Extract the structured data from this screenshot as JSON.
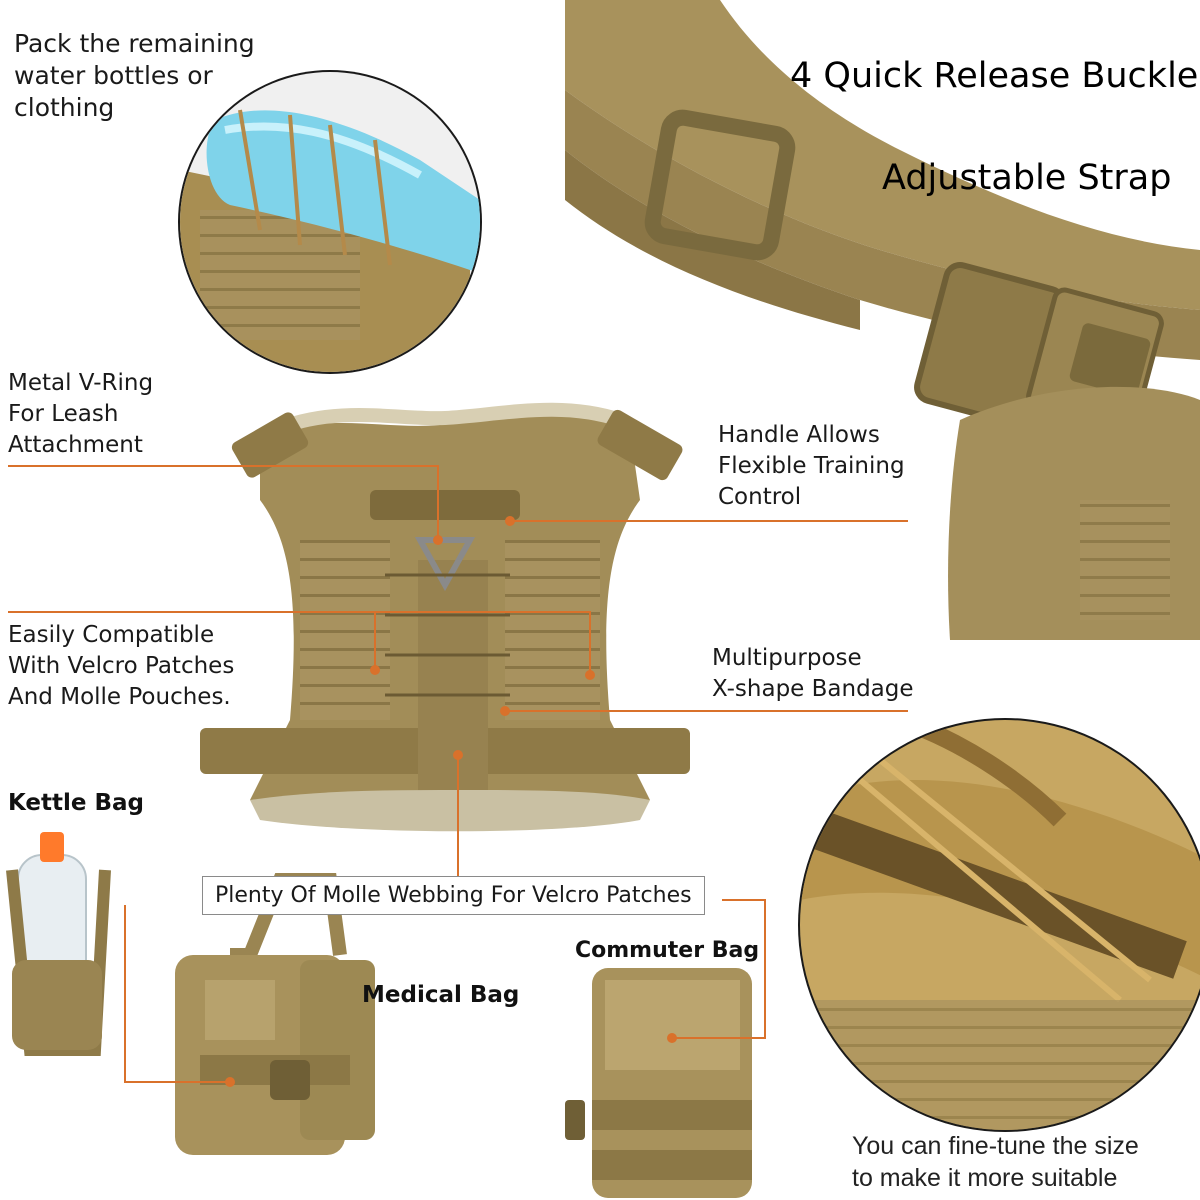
{
  "labels": {
    "water_pack": [
      "Pack the remaining",
      "water bottles or",
      "clothing"
    ],
    "buckle_title": "4 Quick Release Buckle",
    "strap_title": "Adjustable Strap",
    "metal_ring": [
      "Metal V-Ring",
      "For Leash",
      "Attachment"
    ],
    "handle": [
      "Handle Allows",
      "Flexible Training",
      "Control"
    ],
    "velcro_compat": [
      "Easily Compatible",
      "With Velcro Patches",
      "And Molle Pouches."
    ],
    "xshape": [
      "Multipurpose",
      "X-shape Bandage"
    ],
    "kettle_bag": "Kettle Bag",
    "molle_webbing": "Plenty Of Molle Webbing For Velcro Patches",
    "commuter_bag": "Commuter Bag",
    "medical_bag": "Medical Bag",
    "fine_tune": [
      "You can fine-tune the size",
      "to make it more suitable"
    ]
  },
  "colors": {
    "callout_line": "#d9712b",
    "khaki": "#a08b5a",
    "khaki_dark": "#7d6b40",
    "khaki_light": "#c2ad78"
  },
  "icons": {
    "bottle": "water-bottle-icon",
    "harness": "harness-vest-icon",
    "buckle": "quick-release-buckle-icon"
  }
}
